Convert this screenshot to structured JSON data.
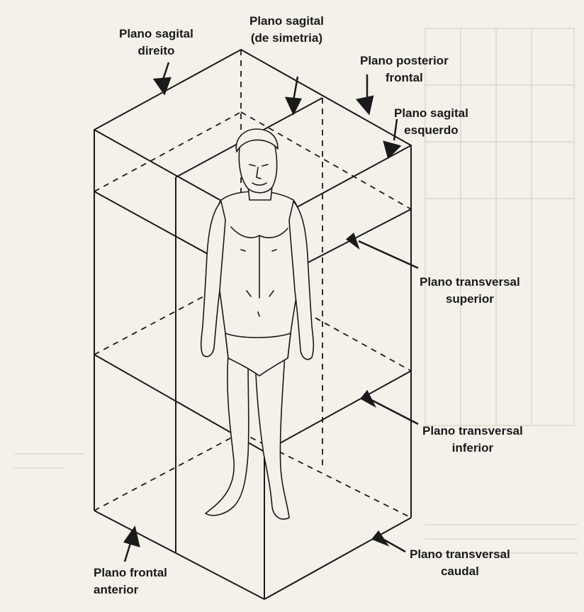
{
  "labels": {
    "sagital_direito": [
      "Plano sagital",
      "direito"
    ],
    "sagital_simetria": [
      "Plano sagital",
      "(de simetria)"
    ],
    "posterior_frontal": [
      "Plano posterior",
      "frontal"
    ],
    "sagital_esquerdo": [
      "Plano sagital",
      "esquerdo"
    ],
    "transversal_superior": [
      "Plano transversal",
      "superior"
    ],
    "transversal_inferior": [
      "Plano transversal",
      "inferior"
    ],
    "transversal_caudal": [
      "Plano transversal",
      "caudal"
    ],
    "frontal_anterior": [
      "Plano frontal",
      "anterior"
    ]
  },
  "colors": {
    "ink": "#1a1a1a",
    "paper": "#f3f1ea",
    "background_faint": "#cfcabd"
  },
  "figure": "standing-human-figure"
}
